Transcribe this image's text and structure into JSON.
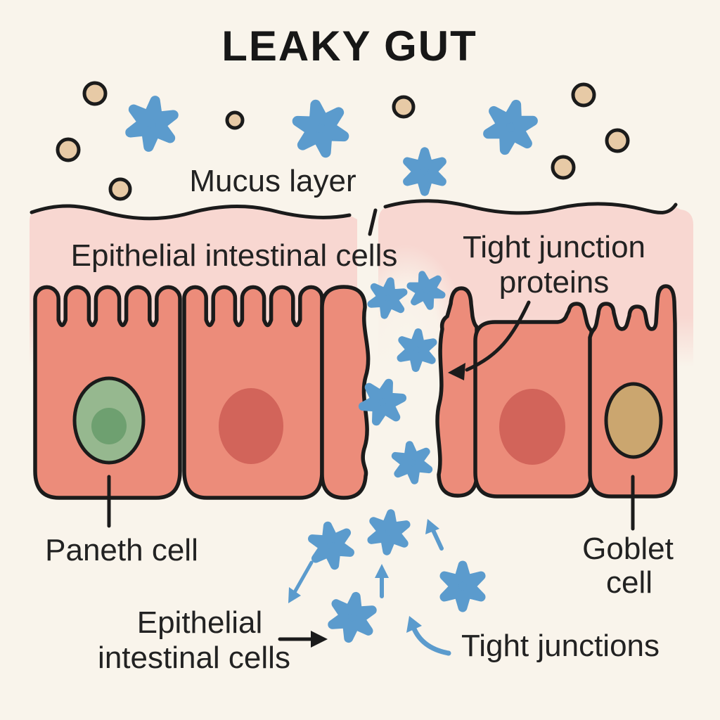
{
  "diagram": {
    "title": "LEAKY GUT",
    "labels": {
      "mucus_layer": "Mucus layer",
      "epithelial_top": "Epithelial intestinal cells",
      "tight_junction_proteins": [
        "Tight junction",
        "proteins"
      ],
      "paneth_cell": "Paneth cell",
      "epithelial_bottom": [
        "Epithelial",
        "intestinal cells"
      ],
      "tight_junctions": "Tight junctions",
      "goblet_cell": [
        "Goblet",
        "cell"
      ]
    }
  },
  "colors": {
    "background": "#F9F4EB",
    "ink": "#1B1B1B",
    "text": "#222222",
    "cell-fill": "#EC8C7A",
    "nucleus-red": "#D2645A",
    "paneth-outer": "#96B88F",
    "paneth-inner": "#6EA070",
    "goblet-tan": "#CBA66F",
    "mucus-pink": "#F8D7D1",
    "particle-blue": "#5B9BCD",
    "microbe-tan": "#E7CAA6"
  }
}
